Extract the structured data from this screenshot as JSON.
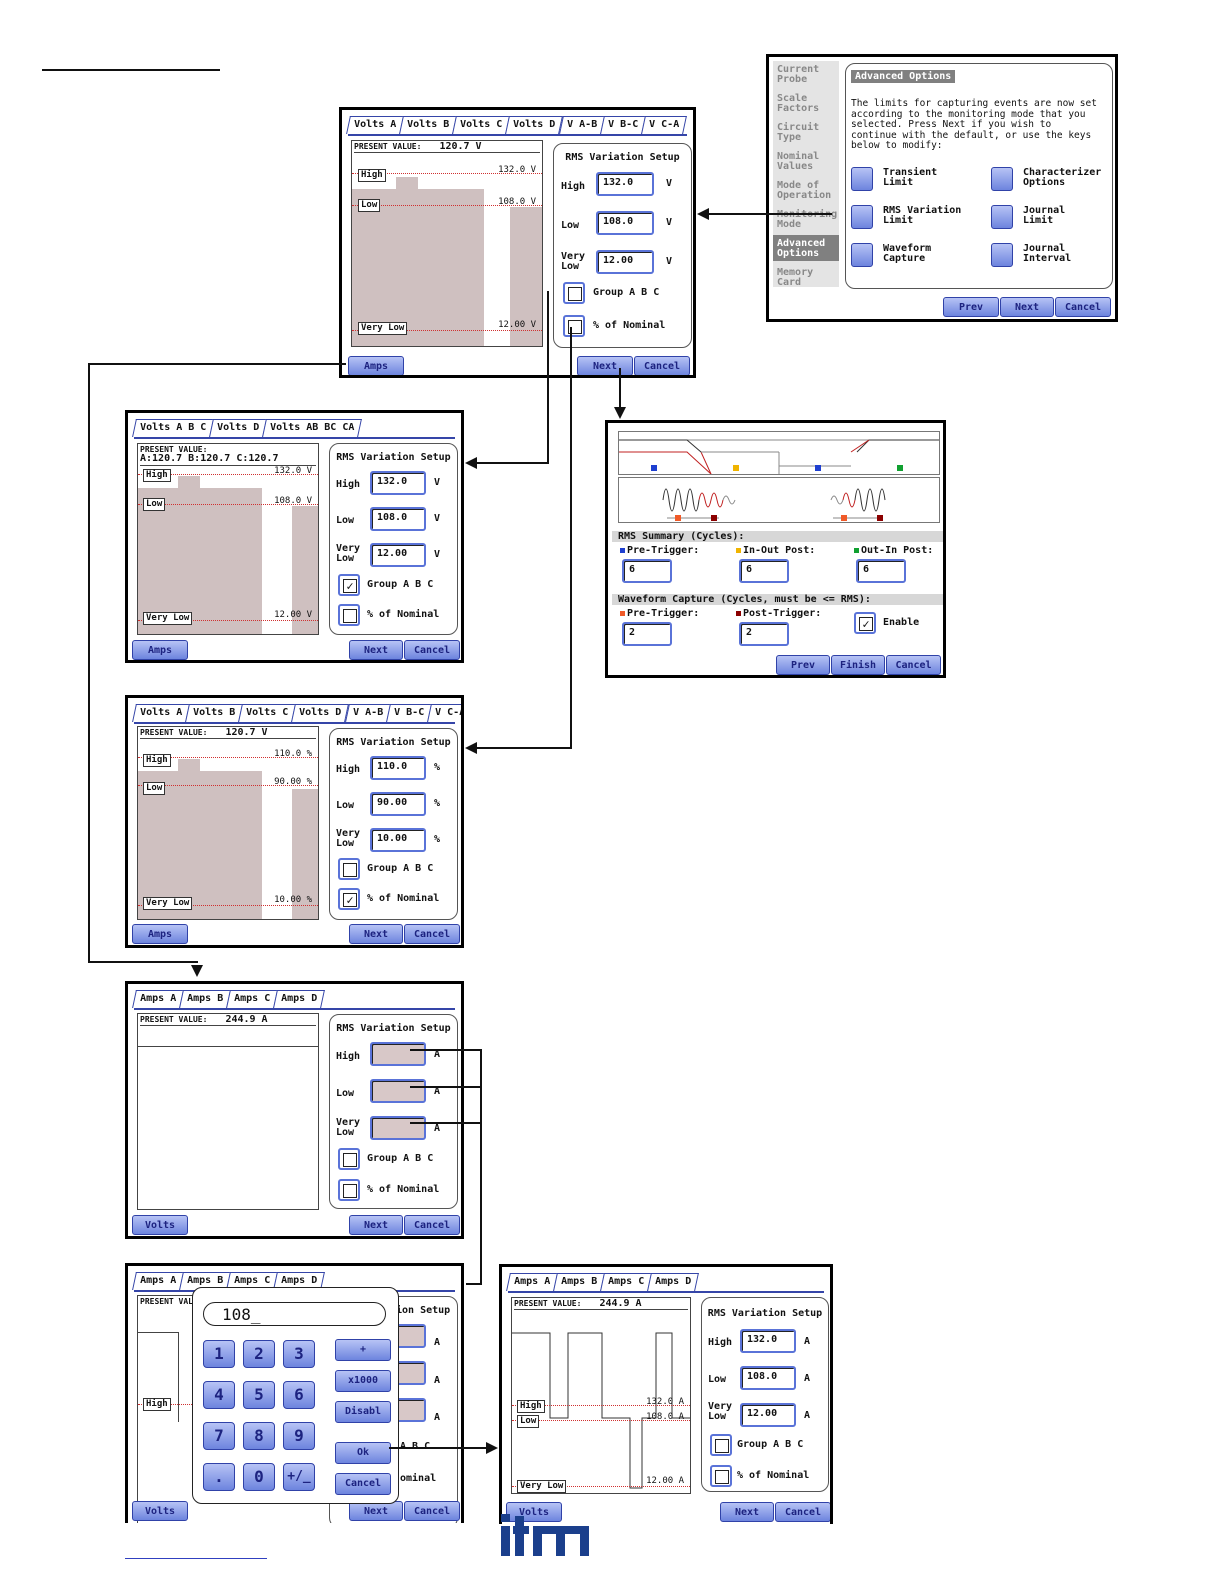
{
  "nav": {
    "prev": "Prev",
    "next": "Next",
    "cancel": "Cancel",
    "finish": "Finish",
    "amps": "Amps",
    "volts": "Volts"
  },
  "common": {
    "present_value": "PRESENT VALUE:",
    "setup_title": "RMS Variation Setup",
    "high": "High",
    "low": "Low",
    "very": "Very",
    "low2": "Low",
    "group": "Group A B C",
    "nominal": "% of Nominal",
    "unit_v": "V",
    "unit_pct": "%",
    "unit_a": "A"
  },
  "advanced": {
    "sidebar": [
      [
        "Current",
        "Probe"
      ],
      [
        "Scale",
        "Factors"
      ],
      [
        "Circuit",
        "Type"
      ],
      [
        "Nominal",
        "Values"
      ],
      [
        "Mode of",
        "Operation"
      ],
      [
        "Monitoring",
        "Mode"
      ],
      [
        "Advanced",
        "Options"
      ],
      [
        "Memory",
        "Card"
      ]
    ],
    "title": "Advanced Options",
    "desc": [
      "The limits for capturing events are now set",
      "according to the monitoring mode that you",
      "selected. Press Next if you wish to",
      "continue with the default, or use the keys",
      "below to modify:"
    ],
    "options": [
      [
        "Transient",
        "Limit"
      ],
      [
        "Characterizer",
        "Options"
      ],
      [
        "RMS Variation",
        "Limit"
      ],
      [
        "Journal",
        "Limit"
      ],
      [
        "Waveform",
        "Capture"
      ],
      [
        "Journal",
        "Interval"
      ]
    ]
  },
  "screen1": {
    "tabs": [
      "Volts A",
      "Volts B",
      "Volts C",
      "Volts D",
      "V A-B",
      "V B-C",
      "V C-A"
    ],
    "present": "120.7 V",
    "high_val": "132.0",
    "low_val": "108.0",
    "vlow_val": "12.00",
    "lvl_high": "132.0 V",
    "lvl_low": "108.0 V",
    "lvl_vlow": "12.00 V",
    "tag_high": "High",
    "tag_low": "Low",
    "tag_vlow": "Very Low"
  },
  "screen2": {
    "tabs": [
      "Volts A B C",
      "Volts D",
      "Volts AB BC CA"
    ],
    "present": "A:120.7  B:120.7  C:120.7",
    "high_val": "132.0",
    "low_val": "108.0",
    "vlow_val": "12.00",
    "lvl_high": "132.0 V",
    "lvl_low": "108.0 V",
    "lvl_vlow": "12.00 V"
  },
  "screen3": {
    "tabs": [
      "Volts A",
      "Volts B",
      "Volts C",
      "Volts D",
      "V A-B",
      "V B-C",
      "V C-A"
    ],
    "present": "120.7 V",
    "high_val": "110.0",
    "low_val": "90.00",
    "vlow_val": "10.00",
    "lvl_high": "110.0 %",
    "lvl_low": "90.00 %",
    "lvl_vlow": "10.00 %"
  },
  "screen4": {
    "tabs": [
      "Amps A",
      "Amps B",
      "Amps C",
      "Amps D"
    ],
    "present": "244.9 A"
  },
  "screen5": {
    "tabs": [
      "Amps A",
      "Amps B",
      "Amps C",
      "Amps D"
    ],
    "present_partial": "PRESENT VAL",
    "setup_partial": "ion Setup",
    "abc_partial": "A B C",
    "nominal_partial": "ominal",
    "next_partial": "Next",
    "cancel_partial": "Cancel",
    "volts_partial": "Volts",
    "high_tag": "High",
    "entry": "108_",
    "keys": [
      "1",
      "2",
      "3",
      "4",
      "5",
      "6",
      "7",
      "8",
      "9",
      ".",
      "0",
      "+/_"
    ],
    "plus": "+",
    "x1000": "x1000",
    "disabl": "Disabl",
    "ok": "Ok"
  },
  "screen6": {
    "tabs": [
      "Amps A",
      "Amps B",
      "Amps C",
      "Amps D"
    ],
    "present": "244.9 A",
    "high_val": "132.0",
    "low_val": "108.0",
    "vlow_val": "12.00",
    "lvl_high": "132.0 A",
    "lvl_low": "108.0 A",
    "lvl_vlow": "12.00 A",
    "next_partial": "Next",
    "cancel_partial": "Cancel",
    "volts_partial": "Volts"
  },
  "summary": {
    "rms_title": "RMS Summary (Cycles):",
    "pre_trigger": "Pre-Trigger:",
    "in_out": "In-Out Post:",
    "out_in": "Out-In Post:",
    "pre_val": "6",
    "inout_val": "6",
    "outin_val": "6",
    "wave_title": "Waveform Capture (Cycles, must be <= RMS):",
    "post_trigger": "Post-Trigger:",
    "w_pre_val": "2",
    "w_post_val": "2",
    "enable": "Enable",
    "col_blue": "#1e3fd0",
    "col_yellow": "#f0b400",
    "col_green": "#10a030",
    "col_orange": "#f05a28",
    "col_maroon": "#8b0000"
  }
}
